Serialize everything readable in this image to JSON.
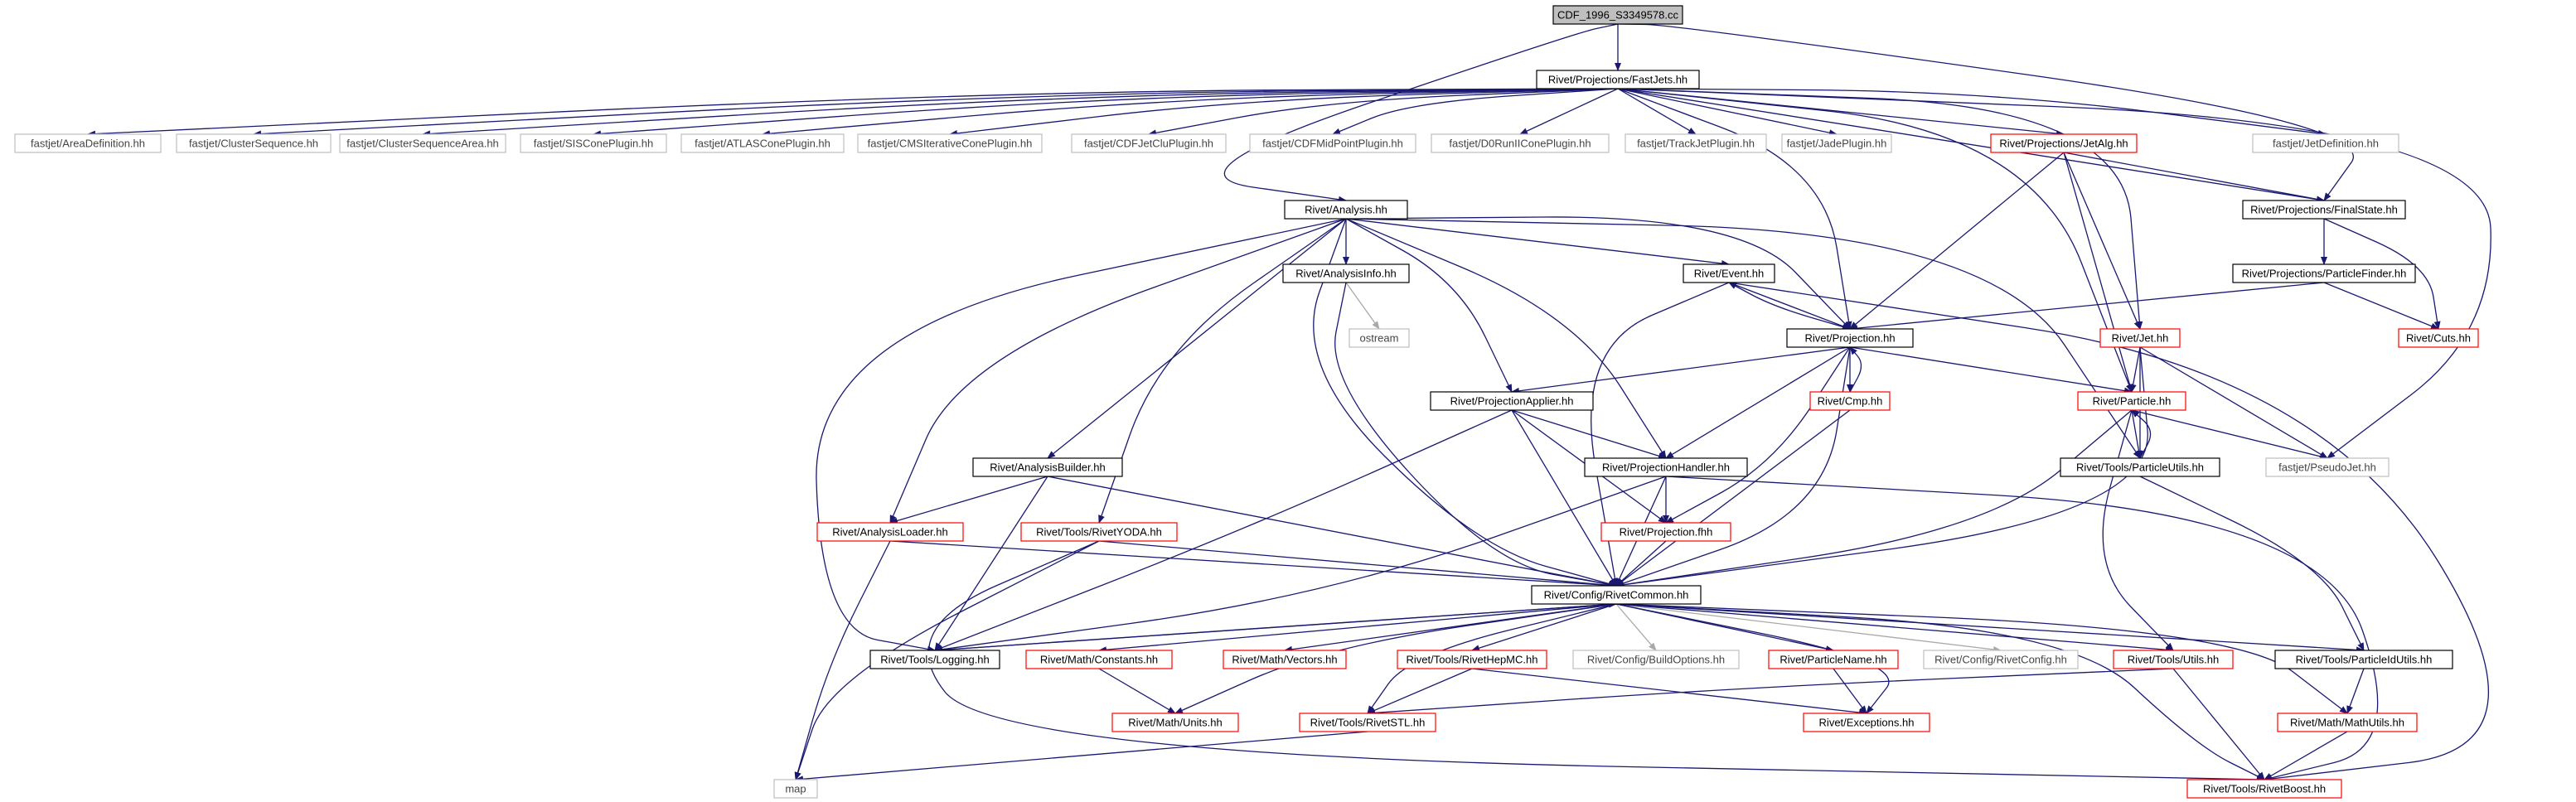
{
  "diagram": {
    "type": "include-dependency-graph",
    "colors": {
      "edge": "#191970",
      "edge_gray": "#a9a9a9",
      "edge_red": "#c00000",
      "box_black": "#000000",
      "box_red": "#ff0000",
      "box_gray": "#bfbfbf",
      "root_fill": "#bfbfbf"
    },
    "nodes": {
      "root": "CDF_1996_S3349578.cc",
      "fastjets": "Rivet/Projections/FastJets.hh",
      "areadef": "fastjet/AreaDefinition.hh",
      "clseq": "fastjet/ClusterSequence.hh",
      "clseqarea": "fastjet/ClusterSequenceArea.hh",
      "siscone": "fastjet/SISConePlugin.hh",
      "atlascone": "fastjet/ATLASConePlugin.hh",
      "cmscone": "fastjet/CMSIterativeConePlugin.hh",
      "cdfjetclu": "fastjet/CDFJetCluPlugin.hh",
      "cdfmid": "fastjet/CDFMidPointPlugin.hh",
      "d0run2": "fastjet/D0RunIIConePlugin.hh",
      "trackjet": "fastjet/TrackJetPlugin.hh",
      "jade": "fastjet/JadePlugin.hh",
      "jetalg": "Rivet/Projections/JetAlg.hh",
      "jetdef": "fastjet/JetDefinition.hh",
      "analysis": "Rivet/Analysis.hh",
      "finalstate": "Rivet/Projections/FinalState.hh",
      "analysisinfo": "Rivet/AnalysisInfo.hh",
      "event": "Rivet/Event.hh",
      "ostream": "ostream",
      "particlefinder": "Rivet/Projections/ParticleFinder.hh",
      "projection": "Rivet/Projection.hh",
      "jet": "Rivet/Jet.hh",
      "cuts": "Rivet/Cuts.hh",
      "projapplier": "Rivet/ProjectionApplier.hh",
      "cmp": "Rivet/Cmp.hh",
      "particle": "Rivet/Particle.hh",
      "analysisbuilder": "Rivet/AnalysisBuilder.hh",
      "projhandler": "Rivet/ProjectionHandler.hh",
      "pseudojet": "fastjet/PseudoJet.hh",
      "particleutils": "Rivet/Tools/ParticleUtils.hh",
      "analysisloader": "Rivet/AnalysisLoader.hh",
      "rivetyoda": "Rivet/Tools/RivetYODA.hh",
      "projectionfhh": "Rivet/Projection.fhh",
      "rivetcommon": "Rivet/Config/RivetCommon.hh",
      "logging": "Rivet/Tools/Logging.hh",
      "constants": "Rivet/Math/Constants.hh",
      "vectors": "Rivet/Math/Vectors.hh",
      "rivethepmc": "Rivet/Tools/RivetHepMC.hh",
      "buildoptions": "Rivet/Config/BuildOptions.hh",
      "particlename": "Rivet/ParticleName.hh",
      "rivetconfig": "Rivet/Config/RivetConfig.hh",
      "utils": "Rivet/Tools/Utils.hh",
      "particleidutils": "Rivet/Tools/ParticleIdUtils.hh",
      "units": "Rivet/Math/Units.hh",
      "rivetstl": "Rivet/Tools/RivetSTL.hh",
      "exceptions": "Rivet/Exceptions.hh",
      "mathutils": "Rivet/Math/MathUtils.hh",
      "map": "map",
      "rivetboost": "Rivet/Tools/RivetBoost.hh"
    }
  }
}
